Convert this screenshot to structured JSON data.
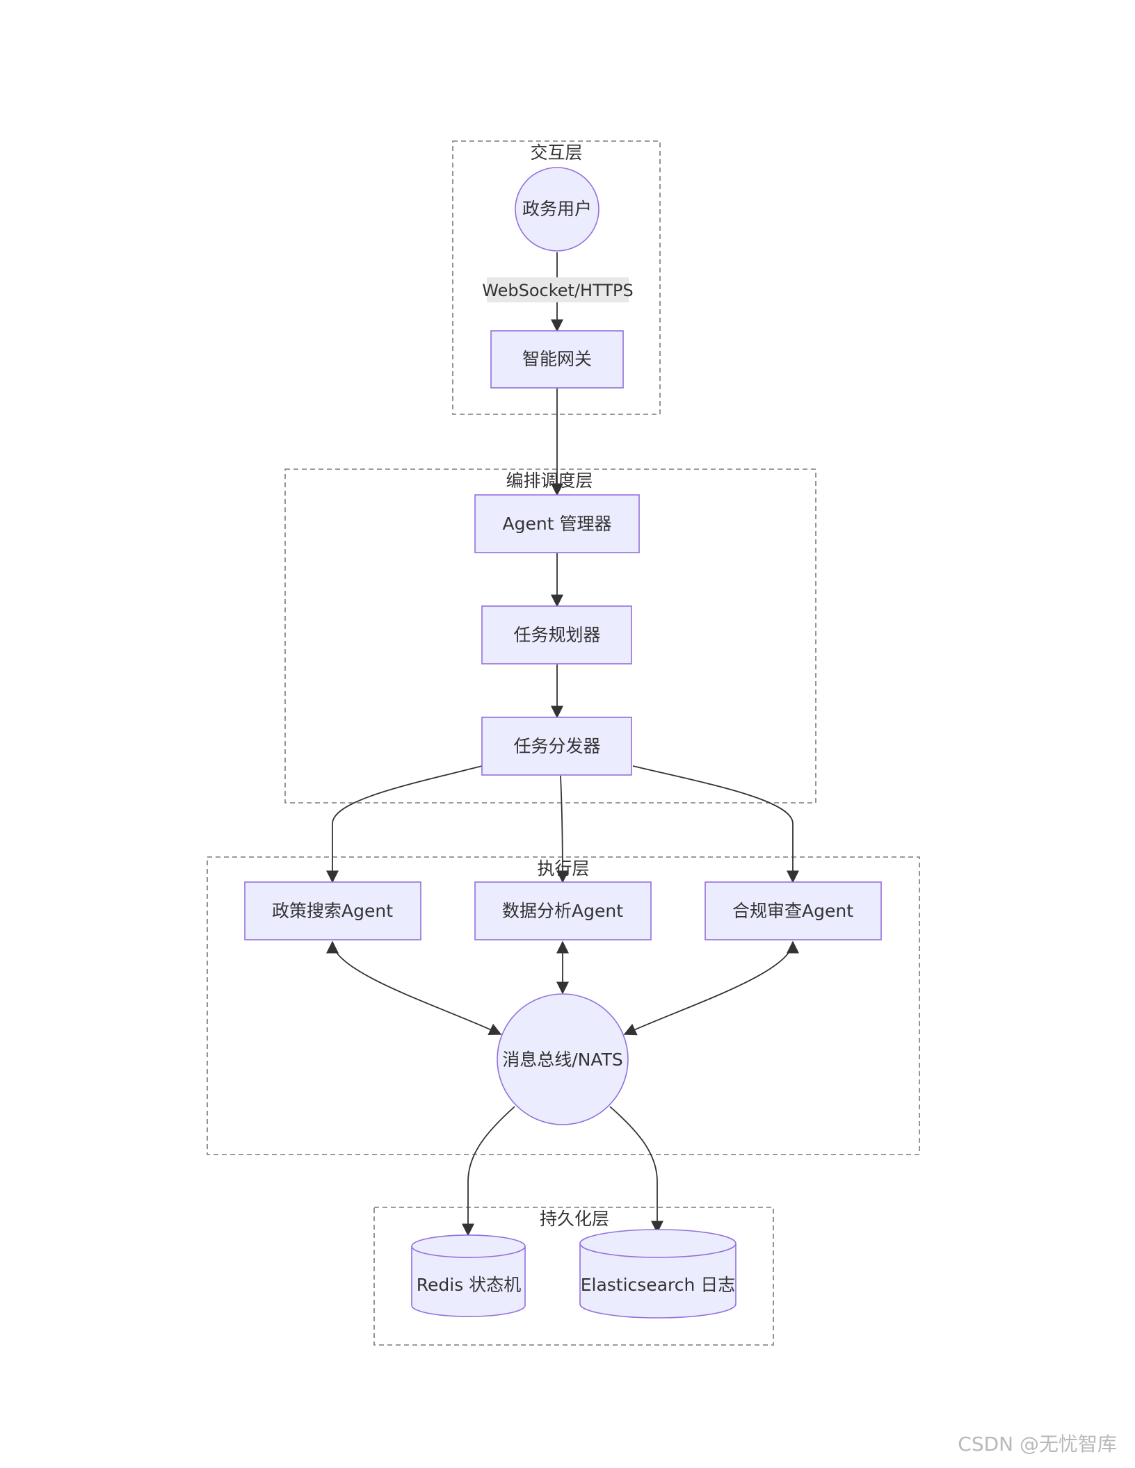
{
  "clusters": {
    "interaction": "交互层",
    "orchestration": "编排调度层",
    "execution": "执行层",
    "persistence": "持久化层"
  },
  "nodes": {
    "gov_user": "政务用户",
    "smart_gateway": "智能网关",
    "agent_manager": "Agent 管理器",
    "task_planner": "任务规划器",
    "task_dispatcher": "任务分发器",
    "policy_search_agent": "政策搜索Agent",
    "data_analysis_agent": "数据分析Agent",
    "compliance_review_agent": "合规审查Agent",
    "message_bus": "消息总线/NATS",
    "redis": "Redis 状态机",
    "elasticsearch": "Elasticsearch 日志"
  },
  "edges": {
    "user_to_gateway_label": "WebSocket/HTTPS"
  },
  "colors": {
    "node_fill": "#ECECFF",
    "node_stroke": "#9370DB",
    "edge": "#333333",
    "cluster_stroke": "#7a7a7a"
  },
  "watermark": "CSDN @无忧智库"
}
